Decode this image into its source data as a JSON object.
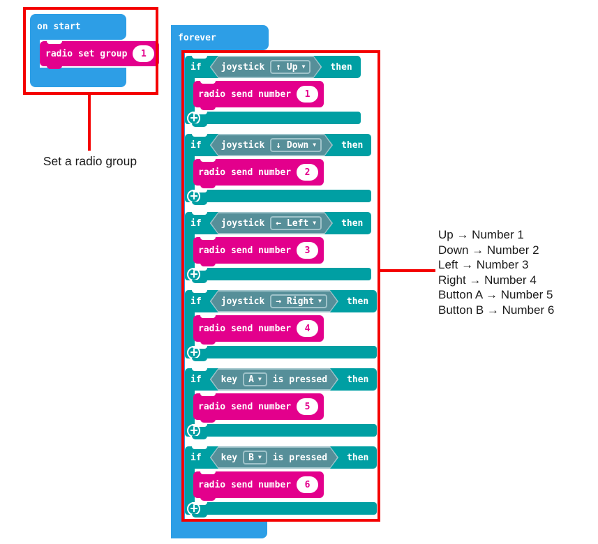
{
  "colors": {
    "block_blue": "#2D9EE6",
    "block_teal": "#009FA3",
    "block_magenta": "#E3008C",
    "hexagon_fill": "#568F99",
    "hexagon_border": "#9FC3CA",
    "highlight_red": "#F40000",
    "value_oval_bg": "#FFFFFF",
    "value_oval_text": "#E3008C"
  },
  "on_start": {
    "title": "on start",
    "radio_set_group": {
      "label": "radio set group",
      "value": "1"
    }
  },
  "forever": {
    "title": "forever"
  },
  "logic": {
    "if_label": "if",
    "then_label": "then",
    "dropdown_arrow": "▼"
  },
  "if_rows": [
    {
      "kind": "joystick",
      "cond_prefix": "joystick",
      "dropdown_value": "↑ Up",
      "cond_suffix": "",
      "send_label": "radio send number",
      "send_value": "1"
    },
    {
      "kind": "joystick",
      "cond_prefix": "joystick",
      "dropdown_value": "↓ Down",
      "cond_suffix": "",
      "send_label": "radio send number",
      "send_value": "2"
    },
    {
      "kind": "joystick",
      "cond_prefix": "joystick",
      "dropdown_value": "← Left",
      "cond_suffix": "",
      "send_label": "radio send number",
      "send_value": "3"
    },
    {
      "kind": "joystick",
      "cond_prefix": "joystick",
      "dropdown_value": "→ Right",
      "cond_suffix": "",
      "send_label": "radio send number",
      "send_value": "4"
    },
    {
      "kind": "key",
      "cond_prefix": "key",
      "dropdown_value": "A",
      "cond_suffix": "is pressed",
      "send_label": "radio send number",
      "send_value": "5"
    },
    {
      "kind": "key",
      "cond_prefix": "key",
      "dropdown_value": "B",
      "cond_suffix": "is pressed",
      "send_label": "radio send number",
      "send_value": "6"
    }
  ],
  "annotations": {
    "left_caption": "Set a radio group",
    "right_lines": [
      "Up → Number 1",
      "Down → Number 2",
      "Left → Number 3",
      "Right → Number 4",
      "Button A → Number 5",
      "Button B → Number 6"
    ]
  }
}
